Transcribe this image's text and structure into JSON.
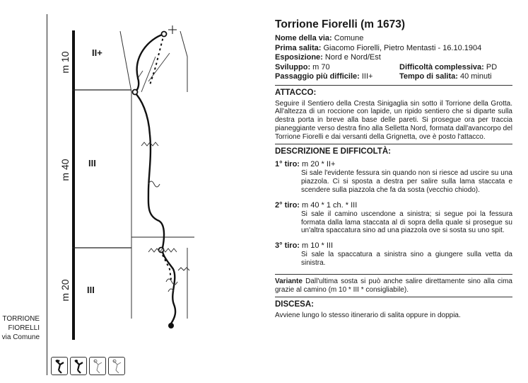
{
  "side_label": {
    "line1": "TORRIONE",
    "line2": "FIORELLI",
    "line3": "via Comune"
  },
  "topo": {
    "lengths": [
      "m 10",
      "m 40",
      "m 20"
    ],
    "grades": [
      "II+",
      "III",
      "III"
    ]
  },
  "header": {
    "title": "Torrione Fiorelli (m 1673)",
    "nome_key": "Nome della via:",
    "nome_val": "Comune",
    "prima_key": "Prima salita:",
    "prima_val": "Giacomo Fiorelli, Pietro Mentasti - 16.10.1904",
    "espo_key": "Esposizione:",
    "espo_val": "Nord e Nord/Est",
    "svil_key": "Sviluppo:",
    "svil_val": "m 70",
    "diff_key": "Difficoltà complessiva:",
    "diff_val": "PD",
    "pass_key": "Passaggio più difficile:",
    "pass_val": "III+",
    "tempo_key": "Tempo di salita:",
    "tempo_val": "40 minuti"
  },
  "attacco": {
    "heading": "ATTACCO:",
    "text": "Seguire il Sentiero della Cresta Sinigaglia sin sotto il Torrione della Grotta. All'altezza di un roccione con lapide, un ripido sentiero che si diparte sulla destra porta in breve alla base delle pareti. Si prosegue ora per traccia pianeggiante verso destra fino alla Selletta Nord, formata dall'avancorpo del Torrione Fiorelli e dai versanti della Grignetta, ove è posto l'attacco."
  },
  "descrizione": {
    "heading": "DESCRIZIONE E DIFFICOLTÀ:",
    "pitches": [
      {
        "label": "1° tiro:",
        "spec": "m 20 * II+",
        "text": "Si sale l'evidente fessura sin quando non si riesce ad uscire su una piazzola. Ci si sposta a destra per salire sulla lama staccata e scendere sulla piazzola che fa da sosta (vecchio chiodo)."
      },
      {
        "label": "2° tiro:",
        "spec": "m 40 * 1 ch. * III",
        "text": "Si sale il camino uscendone a sinistra; si segue poi la fessura formata dalla lama staccata al di sopra della quale si prosegue su un'altra spaccatura sino ad una piazzola ove si sosta su uno spit."
      },
      {
        "label": "3° tiro:",
        "spec": "m 10 * III",
        "text": "Si sale la spaccatura a sinistra sino a giungere sulla vetta da sinistra."
      }
    ],
    "variante_key": "Variante",
    "variante_text": "Dall'ultima sosta si può anche salire direttamente sino alla cima grazie al camino (m 10 * III * consigliabile)."
  },
  "discesa": {
    "heading": "DISCESA:",
    "text": "Avviene lungo lo stesso itinerario di salita oppure in doppia."
  },
  "icons": [
    "climber-icon",
    "climber-icon",
    "climber-outline-icon",
    "climber-outline-icon"
  ]
}
